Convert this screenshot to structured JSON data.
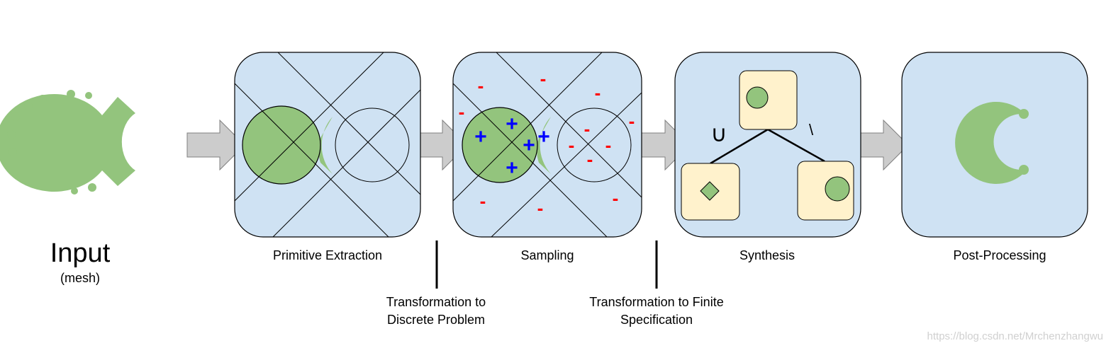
{
  "input": {
    "title": "Input",
    "subtitle": "(mesh)"
  },
  "stages": [
    {
      "label": "Primitive Extraction"
    },
    {
      "label": "Sampling"
    },
    {
      "label": "Synthesis"
    },
    {
      "label": "Post-Processing"
    }
  ],
  "transitions": [
    {
      "line1": "Transformation to",
      "line2": "Discrete Problem"
    },
    {
      "line1": "Transformation to Finite",
      "line2": "Specification"
    }
  ],
  "synthesis": {
    "union_symbol": "∪",
    "difference_symbol": "\\"
  },
  "sampling": {
    "inside_symbol": "+",
    "outside_symbol": "-"
  },
  "watermark": "https://blog.csdn.net/Mrchenzhangwu",
  "colors": {
    "panel": "#cfe2f3",
    "shape": "#93c47d",
    "leaf": "#fff2cc",
    "arrow": "#cccccc",
    "plus": "#0000ff",
    "minus": "#ff0000"
  }
}
